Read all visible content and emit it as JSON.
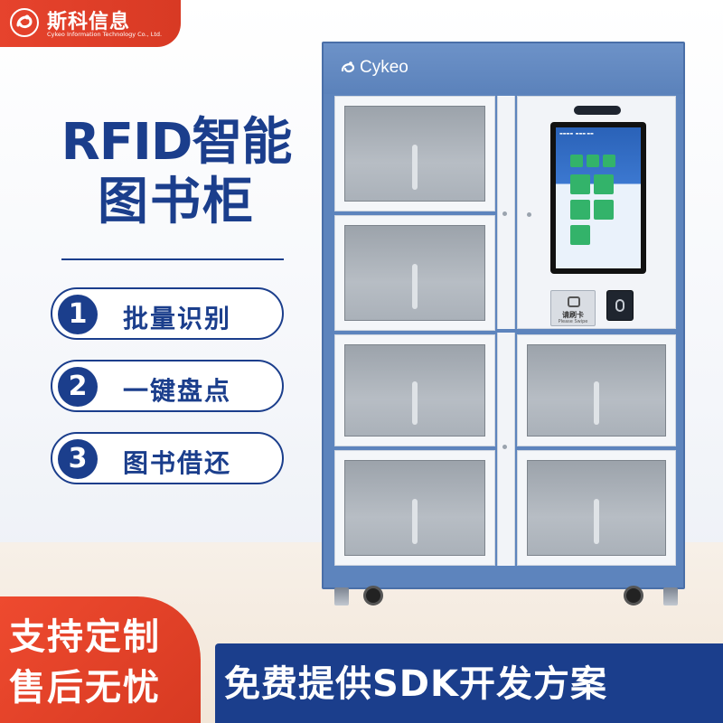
{
  "brand": {
    "name_cn": "斯科信息",
    "name_en": "Cykeo Information Technology Co., Ltd.",
    "cabinet_logo": "Cykeo",
    "logo_icon": "swirl-icon"
  },
  "headline": {
    "line1": "RFID智能",
    "line2": "图书柜"
  },
  "features": [
    {
      "num": "1",
      "label": "批量识别"
    },
    {
      "num": "2",
      "label": "一键盘点"
    },
    {
      "num": "3",
      "label": "图书借还"
    }
  ],
  "card_reader": {
    "label": "请刷卡",
    "sub": "Please Swipe"
  },
  "promo": {
    "line1": "支持定制",
    "line2": "售后无忧",
    "bottom": "免费提供SDK开发方案"
  },
  "colors": {
    "brand_red": "#e6432d",
    "navy": "#1b3e8c",
    "cabinet_blue": "#5d84bd",
    "tile_green": "#33b36a"
  }
}
